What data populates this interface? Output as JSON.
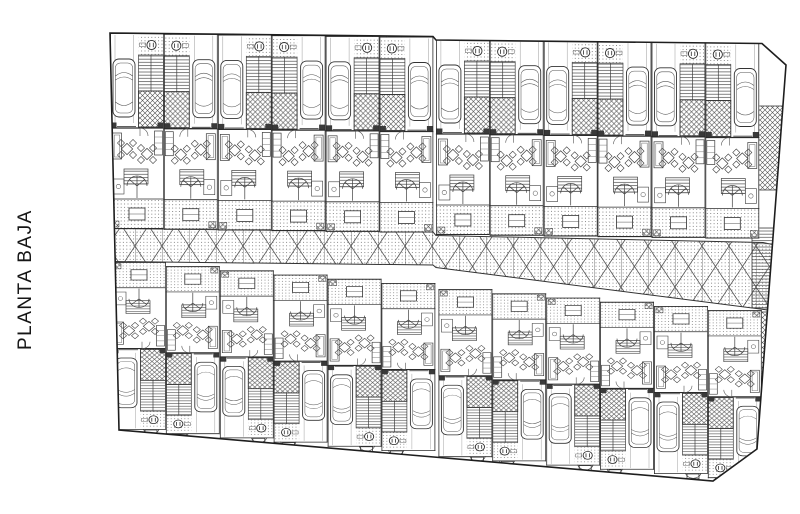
{
  "page": {
    "background": "#ffffff",
    "ink": "#2b2b2b"
  },
  "title": {
    "text": "PLANTA BAJA"
  },
  "plan": {
    "kind": "scanned architectural site plan, ground floor of terraced housing",
    "rows": [
      {
        "name": "upper terrace row",
        "units": 12,
        "unit_elements": [
          "parked car in driveway",
          "entry stair",
          "cross-hatched patio",
          "living-dining furniture",
          "spiral stair",
          "rear terrace"
        ]
      },
      {
        "name": "lower terrace row",
        "units": 12,
        "unit_elements": [
          "rear terrace",
          "living-dining furniture",
          "spiral stair",
          "cross-hatched patio",
          "parked car in driveway"
        ]
      }
    ],
    "central_walkway": {
      "style": "cross-hatched sloping band separating the two rows"
    },
    "unit_markers": "small circled unit numbers at each plot edge (digits illegible in source)"
  }
}
